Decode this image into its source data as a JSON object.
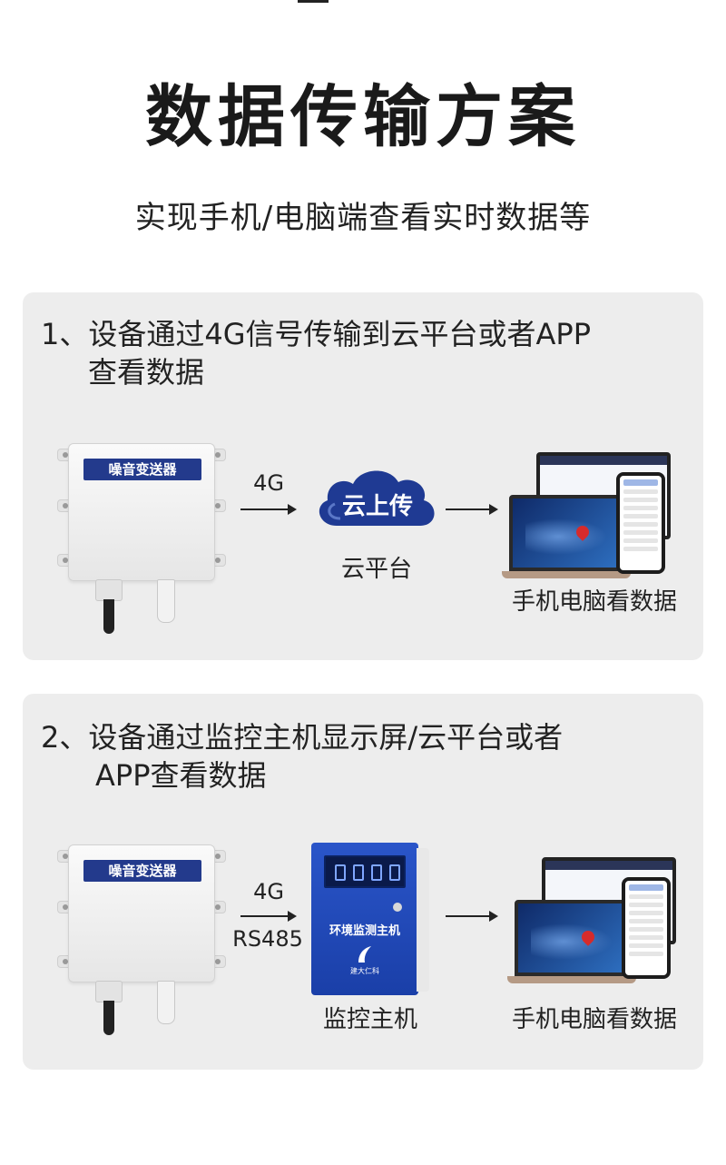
{
  "page": {
    "title": "数据传输方案",
    "subtitle": "实现手机/电脑端查看实时数据等"
  },
  "sections": [
    {
      "heading_line1": "1、设备通过4G信号传输到云平台或者APP",
      "heading_line2": "查看数据",
      "sensor_label": "噪音变送器",
      "link_label": "4G",
      "cloud_text": "云上传",
      "middle_caption": "云平台",
      "end_caption": "手机电脑看数据"
    },
    {
      "heading_line1": "2、设备通过监控主机显示屏/云平台或者",
      "heading_line2": "APP查看数据",
      "sensor_label": "噪音变送器",
      "link_label": "4G",
      "link_label_2": "RS485",
      "host_title": "环境监测主机",
      "host_brand": "建大仁科",
      "middle_caption": "监控主机",
      "end_caption": "手机电脑看数据"
    }
  ],
  "colors": {
    "panel_bg": "#ededed",
    "label_blue": "#233a8c",
    "cloud_blue": "#1f3a93",
    "host_blue": "#2a55c9"
  }
}
